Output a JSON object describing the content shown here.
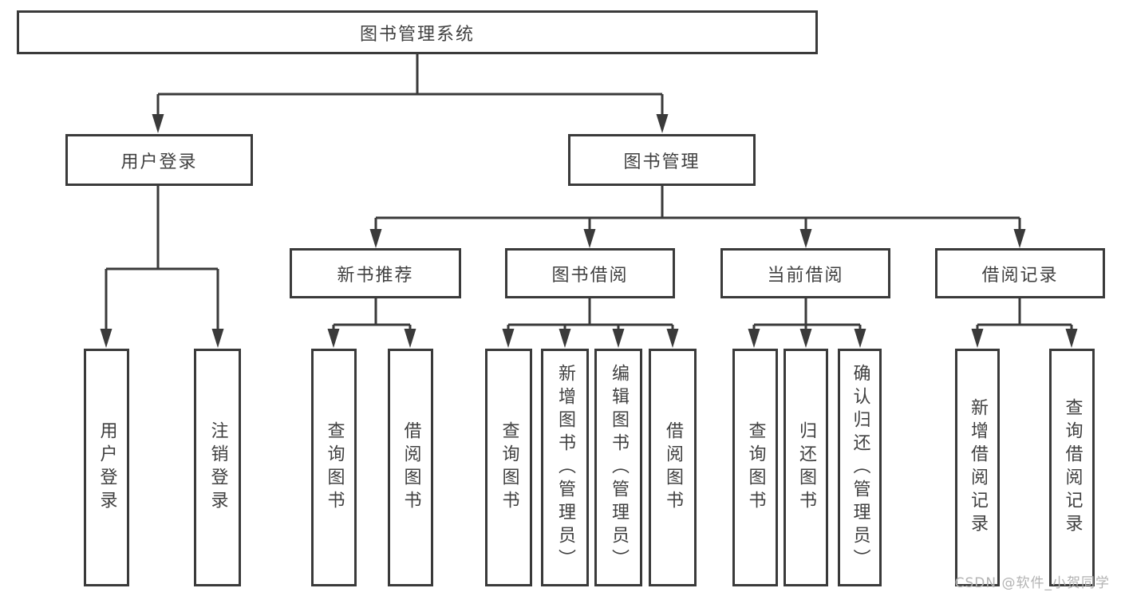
{
  "diagram": {
    "title": "图书管理系统",
    "tree": {
      "label": "图书管理系统",
      "children": [
        {
          "label": "用户登录",
          "children": [
            {
              "label": "用户登录"
            },
            {
              "label": "注销登录"
            }
          ]
        },
        {
          "label": "图书管理",
          "children": [
            {
              "label": "新书推荐",
              "children": [
                {
                  "label": "查询图书"
                },
                {
                  "label": "借阅图书"
                }
              ]
            },
            {
              "label": "图书借阅",
              "children": [
                {
                  "label": "查询图书"
                },
                {
                  "label": "新增图书（管理员）"
                },
                {
                  "label": "编辑图书（管理员）"
                },
                {
                  "label": "借阅图书"
                }
              ]
            },
            {
              "label": "当前借阅",
              "children": [
                {
                  "label": "查询图书"
                },
                {
                  "label": "归还图书"
                },
                {
                  "label": "确认归还（管理员）"
                }
              ]
            },
            {
              "label": "借阅记录",
              "children": [
                {
                  "label": "新增借阅记录"
                },
                {
                  "label": "查询借阅记录"
                }
              ]
            }
          ]
        }
      ]
    },
    "colors": {
      "line": "#3a3a3a",
      "text": "#404040",
      "watermark": "#b3b3b3",
      "background": "#ffffff"
    }
  },
  "watermark": {
    "text": "CSDN @软件_小贺同学"
  }
}
